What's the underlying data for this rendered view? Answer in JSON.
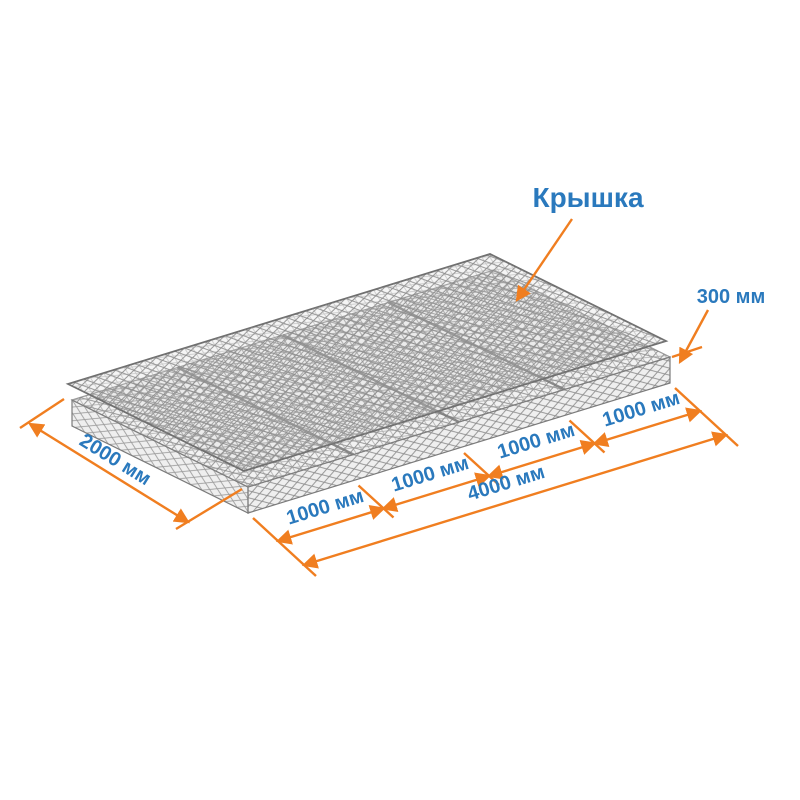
{
  "diagram": {
    "callout_lid": "Крышка",
    "dim_height": "300 мм",
    "dim_width": "2000 мм",
    "dim_total_length": "4000 мм",
    "segments": [
      {
        "label": "1000 мм"
      },
      {
        "label": "1000 мм"
      },
      {
        "label": "1000 мм"
      },
      {
        "label": "1000 мм"
      }
    ],
    "colors": {
      "dimension_accent": "#F07E20",
      "label_text": "#2A79BD",
      "mesh_gray": "#8C8C8C",
      "background": "#FFFFFF"
    }
  }
}
